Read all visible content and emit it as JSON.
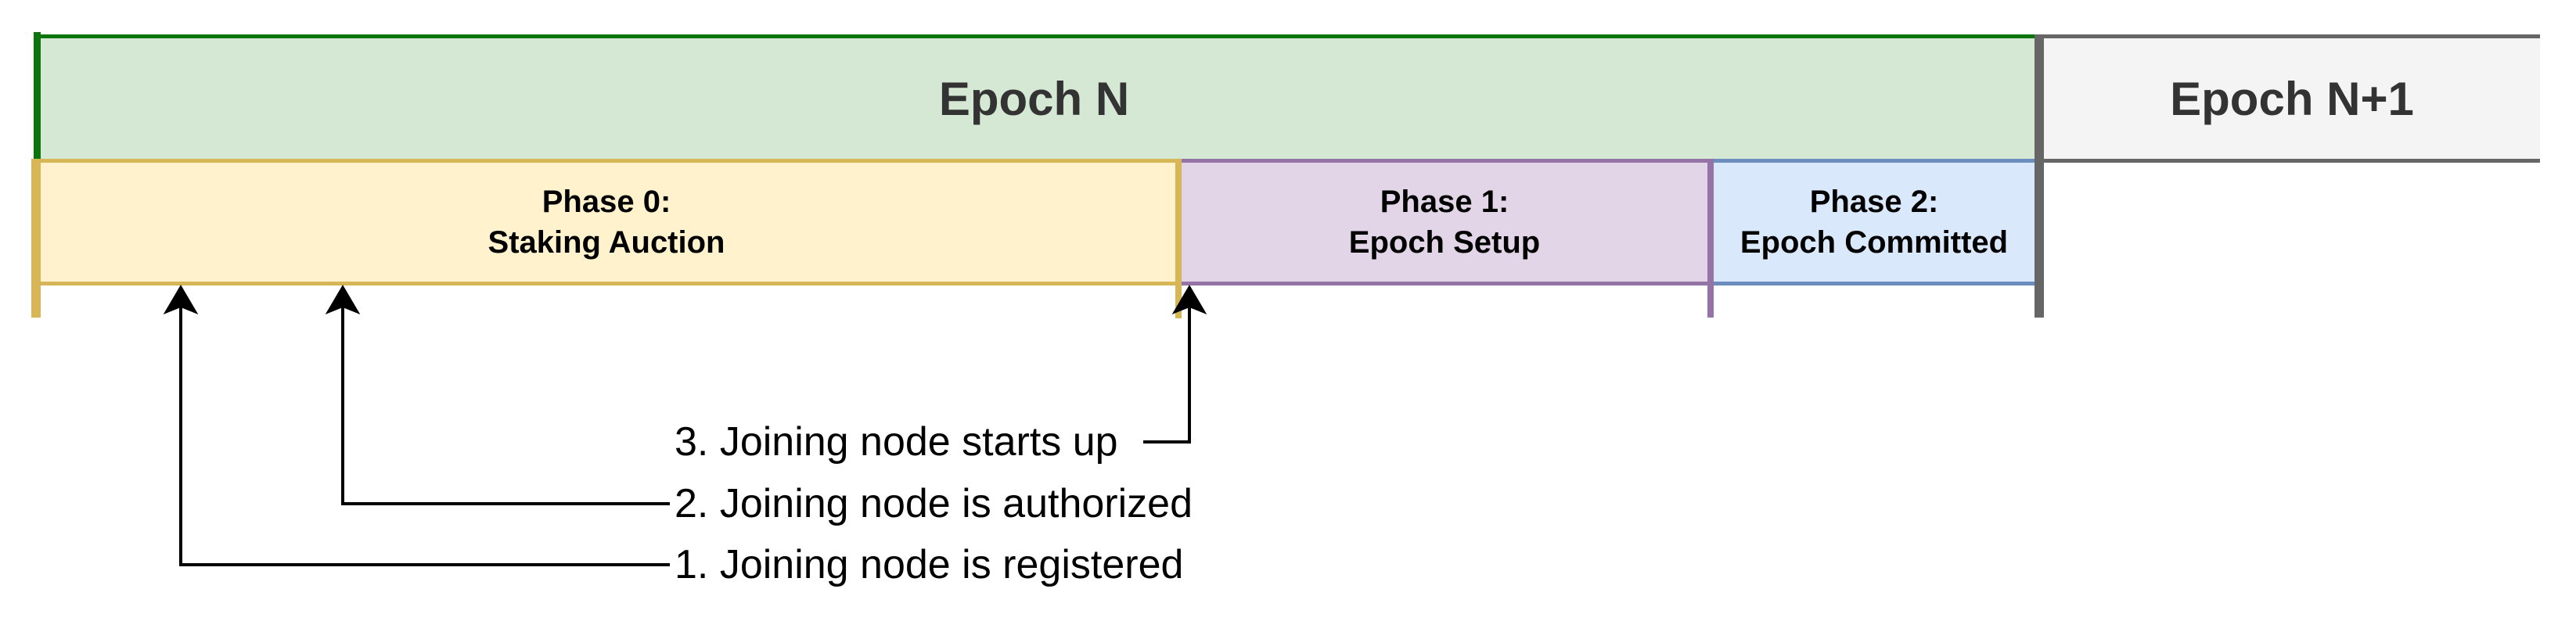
{
  "epochs": [
    {
      "label": "Epoch N"
    },
    {
      "label": "Epoch N+1"
    }
  ],
  "phases": [
    {
      "title": "Phase 0:",
      "subtitle": "Staking Auction"
    },
    {
      "title": "Phase 1:",
      "subtitle": "Epoch Setup"
    },
    {
      "title": "Phase 2:",
      "subtitle": "Epoch Committed"
    }
  ],
  "annotations": [
    {
      "label": "1. Joining node is registered"
    },
    {
      "label": "2. Joining node is authorized"
    },
    {
      "label": "3. Joining node starts up"
    }
  ],
  "colors": {
    "background": "#ffffff",
    "epoch_n_fill": "#d5e8d4",
    "epoch_n_border": "#0c740c",
    "epoch_next_fill": "#f4f4f4",
    "epoch_next_border": "#666666",
    "divider": "#666666",
    "phase0_fill": "#fff2cc",
    "phase0_border": "#d6b656",
    "phase1_fill": "#e1d5e7",
    "phase1_border": "#9673a6",
    "phase2_fill": "#dae8fc",
    "phase2_border": "#6c8ebf",
    "epoch_text": "#333333",
    "phase_text": "#000000",
    "annotation_text": "#000000",
    "arrow": "#000000"
  }
}
